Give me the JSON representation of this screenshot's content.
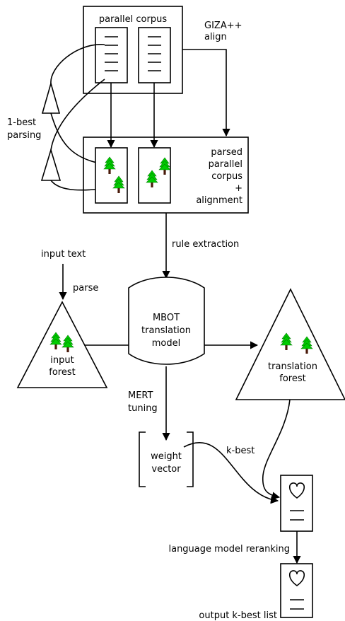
{
  "labels": {
    "parallel_corpus": "parallel corpus",
    "giza_line1": "GIZA++",
    "giza_line2": "align",
    "onebest_line1": "1-best",
    "onebest_line2": "parsing",
    "parsed_line1": "parsed",
    "parsed_line2": "parallel",
    "parsed_line3": "corpus",
    "parsed_line4": "+",
    "parsed_line5": "alignment",
    "rule_extraction": "rule extraction",
    "input_text": "input text",
    "parse": "parse",
    "input_forest_line1": "input",
    "input_forest_line2": "forest",
    "mbot_line1": "MBOT",
    "mbot_line2": "translation",
    "mbot_line3": "model",
    "translation_forest_line1": "translation",
    "translation_forest_line2": "forest",
    "mert_line1": "MERT",
    "mert_line2": "tuning",
    "weight_line1": "weight",
    "weight_line2": "vector",
    "kbest": "k-best",
    "lm_reranking": "language model reranking",
    "output": "output k-best list"
  },
  "colors": {
    "stroke": "#000000",
    "tree_foliage": "#00cc00",
    "tree_foliage_dark": "#007a00",
    "tree_trunk": "#4a1a0a"
  }
}
